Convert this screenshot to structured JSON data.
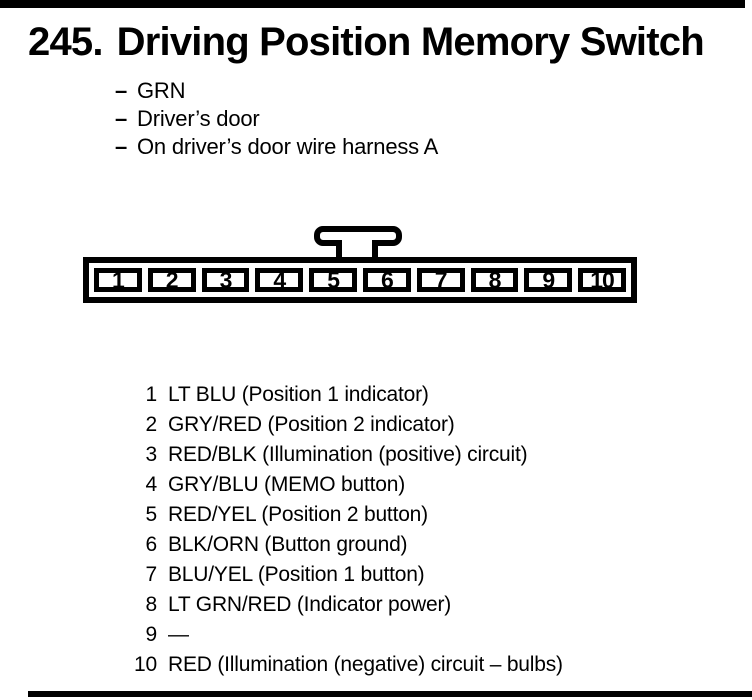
{
  "header": {
    "number": "245.",
    "title": "Driving Position Memory Switch"
  },
  "details": {
    "marker": "–",
    "items": [
      "GRN",
      "Driver’s door",
      "On driver’s door wire harness A"
    ]
  },
  "connector": {
    "pins": [
      "1",
      "2",
      "3",
      "4",
      "5",
      "6",
      "7",
      "8",
      "9",
      "10"
    ]
  },
  "pinout": {
    "rows": [
      {
        "pin": "1",
        "desc": "LT BLU (Position 1 indicator)"
      },
      {
        "pin": "2",
        "desc": "GRY/RED (Position 2 indicator)"
      },
      {
        "pin": "3",
        "desc": "RED/BLK (Illumination (positive) circuit)"
      },
      {
        "pin": "4",
        "desc": "GRY/BLU (MEMO button)"
      },
      {
        "pin": "5",
        "desc": "RED/YEL (Position 2 button)"
      },
      {
        "pin": "6",
        "desc": "BLK/ORN (Button ground)"
      },
      {
        "pin": "7",
        "desc": "BLU/YEL (Position 1 button)"
      },
      {
        "pin": "8",
        "desc": "LT GRN/RED (Indicator power)"
      },
      {
        "pin": "9",
        "desc": "—"
      },
      {
        "pin": "10",
        "desc": "RED (Illumination (negative) circuit – bulbs)"
      }
    ]
  },
  "colors": {
    "ink": "#000000",
    "paper": "#ffffff"
  }
}
